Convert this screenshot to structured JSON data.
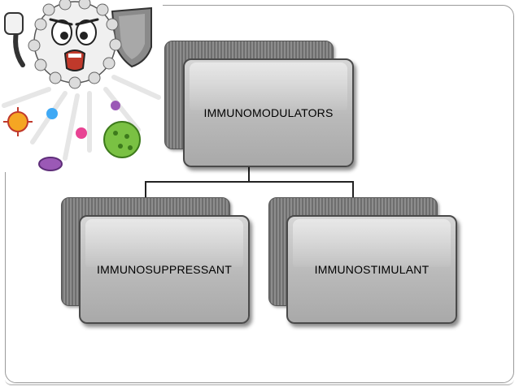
{
  "diagram": {
    "root": {
      "label": "IMMUNOMODULATORS"
    },
    "children": [
      {
        "label": "IMMUNOSUPPRESSANT"
      },
      {
        "label": "IMMUNOSTIMULANT"
      }
    ]
  },
  "illustration": {
    "icon": "white-blood-cell-fighting-viruses-icon",
    "colors": {
      "cell": "#eeeeee",
      "shield": "#8a8a8a",
      "virus_green": "#7ac143",
      "virus_orange": "#f5a623",
      "virus_purple": "#9b59b6"
    }
  }
}
